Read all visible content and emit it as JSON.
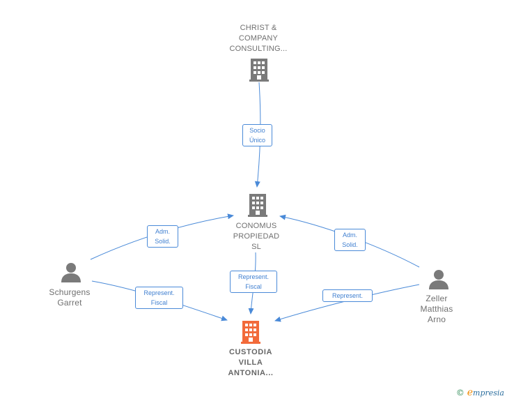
{
  "nodes": {
    "christ": {
      "lines": [
        "CHRIST &",
        "COMPANY",
        "CONSULTING..."
      ],
      "type": "company"
    },
    "conomus": {
      "lines": [
        "CONOMUS",
        "PROPIEDAD",
        "SL"
      ],
      "type": "company"
    },
    "custodia": {
      "lines": [
        "CUSTODIA",
        "VILLA",
        "ANTONIA..."
      ],
      "type": "company-main"
    },
    "schurgens": {
      "lines": [
        "Schurgens",
        "Garret"
      ],
      "type": "person"
    },
    "zeller": {
      "lines": [
        "Zeller",
        "Matthias",
        "Arno"
      ],
      "type": "person"
    }
  },
  "edges": {
    "christ_conomus": {
      "lines": [
        "Socio",
        "Único"
      ]
    },
    "schurgens_conomus": {
      "lines": [
        "Adm.",
        "Solid."
      ]
    },
    "zeller_conomus": {
      "lines": [
        "Adm.",
        "Solid."
      ]
    },
    "conomus_custodia": {
      "lines": [
        "Represent.",
        "Fiscal"
      ]
    },
    "schurgens_custodia": {
      "lines": [
        "Represent.",
        "Fiscal"
      ]
    },
    "zeller_custodia": {
      "lines": [
        "Represent."
      ]
    }
  },
  "footer": {
    "copyright": "©",
    "brand_initial": "e",
    "brand_rest": "mpresia"
  },
  "colors": {
    "edge": "#4a8ad8",
    "company_icon": "#7a7a7a",
    "main_icon": "#f26a3a",
    "person_icon": "#7a7a7a"
  }
}
